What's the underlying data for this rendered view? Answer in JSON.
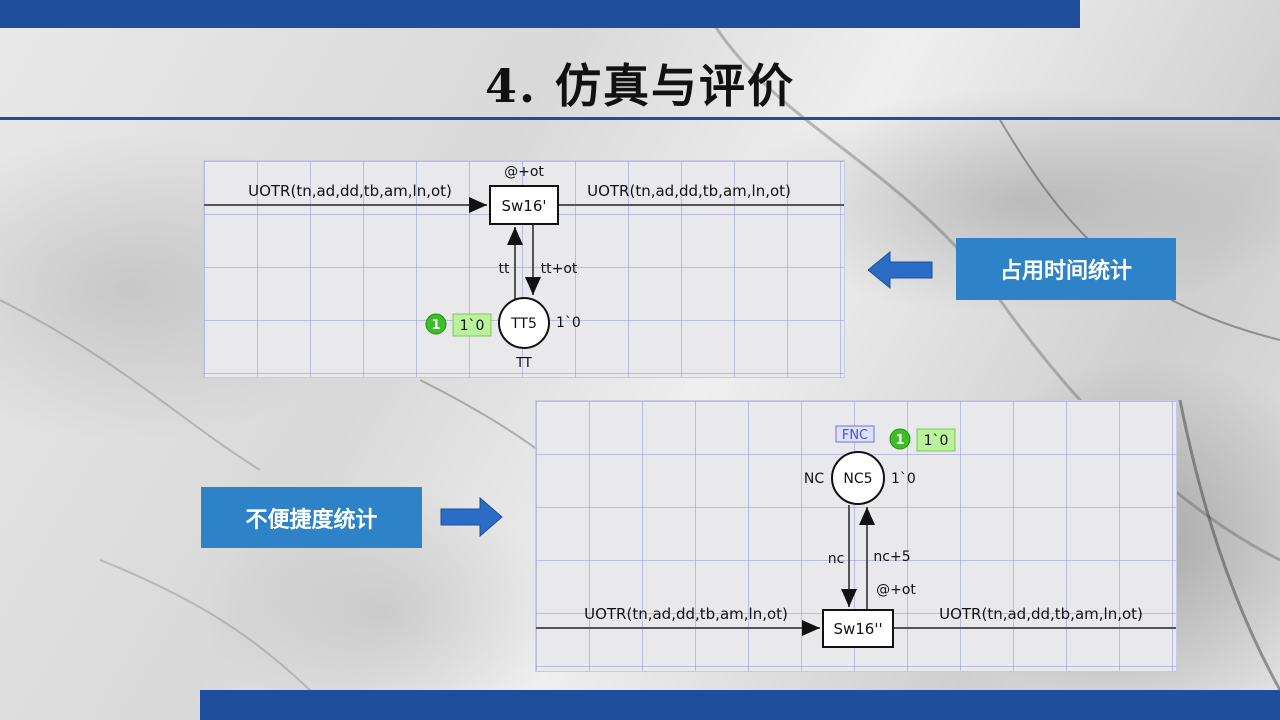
{
  "slide": {
    "title": "4. 仿真与评价",
    "colors": {
      "accent": "#1f4e9c",
      "label_bg": "#2e83c8",
      "token_green": "#3cbf26",
      "token_box": "#b8f29a"
    }
  },
  "labels": {
    "occupancy": "占用时间统计",
    "inconvenience": "不便捷度统计"
  },
  "net1": {
    "transition": "Sw16'",
    "time_annotation": "@+ot",
    "arc_in_label": "UOTR(tn,ad,dd,tb,am,ln,ot)",
    "arc_out_label": "UOTR(tn,ad,dd,tb,am,ln,ot)",
    "arc_up_label": "tt",
    "arc_down_label": "tt+ot",
    "place": "TT5",
    "place_type": "TT",
    "initial_marking": "1`0",
    "token_count": "1",
    "token_value": "1`0"
  },
  "net2": {
    "transition": "Sw16''",
    "time_annotation": "@+ot",
    "arc_in_label": "UOTR(tn,ad,dd,tb,am,ln,ot)",
    "arc_out_label": "UOTR(tn,ad,dd,tb,am,ln,ot)",
    "arc_down_label": "nc",
    "arc_up_label": "nc+5",
    "place": "NC5",
    "place_type": "NC",
    "fusion_tag": "FNC",
    "initial_marking": "1`0",
    "token_count": "1",
    "token_value": "1`0"
  },
  "icons": [
    "arrow-left-icon",
    "arrow-right-icon"
  ]
}
